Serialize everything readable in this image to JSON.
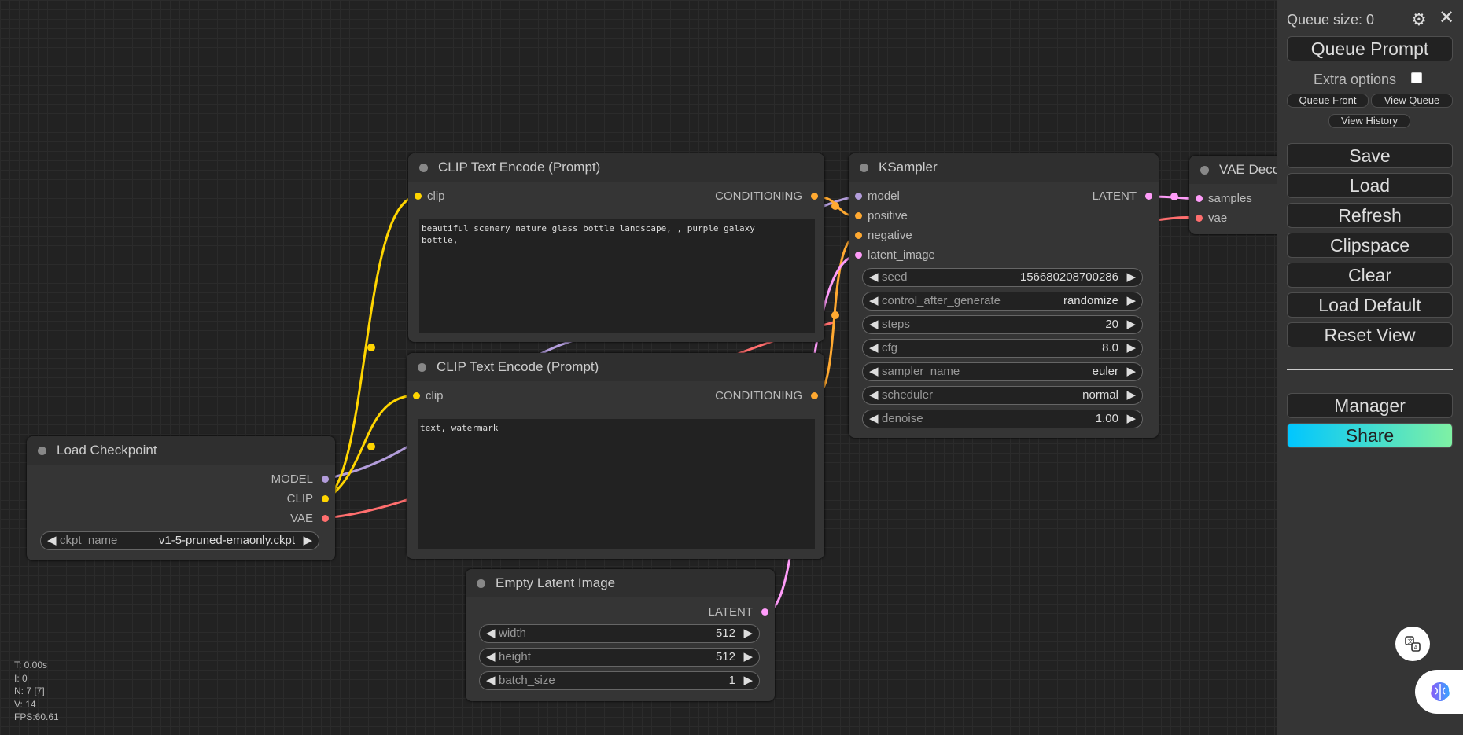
{
  "canvas": {
    "nodes": {
      "clip_pos": {
        "title": "CLIP Text Encode (Prompt)",
        "input": "clip",
        "output": "CONDITIONING",
        "text": "beautiful scenery nature glass bottle landscape, , purple galaxy\nbottle,"
      },
      "clip_neg": {
        "title": "CLIP Text Encode (Prompt)",
        "input": "clip",
        "output": "CONDITIONING",
        "text": "text, watermark"
      },
      "ksampler": {
        "title": "KSampler",
        "inputs": [
          "model",
          "positive",
          "negative",
          "latent_image"
        ],
        "output": "LATENT",
        "widgets": [
          {
            "name": "seed",
            "value": "156680208700286"
          },
          {
            "name": "control_after_generate",
            "value": "randomize"
          },
          {
            "name": "steps",
            "value": "20"
          },
          {
            "name": "cfg",
            "value": "8.0"
          },
          {
            "name": "sampler_name",
            "value": "euler"
          },
          {
            "name": "scheduler",
            "value": "normal"
          },
          {
            "name": "denoise",
            "value": "1.00"
          }
        ]
      },
      "vae_decode": {
        "title": "VAE Decode",
        "inputs": [
          "samples",
          "vae"
        ]
      },
      "load_checkpoint": {
        "title": "Load Checkpoint",
        "outputs": [
          "MODEL",
          "CLIP",
          "VAE"
        ],
        "widget": {
          "name": "ckpt_name",
          "value": "v1-5-pruned-emaonly.ckpt"
        }
      },
      "empty_latent": {
        "title": "Empty Latent Image",
        "output": "LATENT",
        "widgets": [
          {
            "name": "width",
            "value": "512"
          },
          {
            "name": "height",
            "value": "512"
          },
          {
            "name": "batch_size",
            "value": "1"
          }
        ]
      }
    },
    "stats": [
      "T: 0.00s",
      "I: 0",
      "N: 7 [7]",
      "V: 14",
      "FPS:60.61"
    ],
    "colors": {
      "clip": "#ffd500",
      "conditioning": "#ffa931",
      "model": "#b39ddb",
      "vae": "#ff6e6e",
      "latent": "#ff9cf9"
    }
  },
  "menu": {
    "queue_size": "Queue size: 0",
    "queue_prompt": "Queue Prompt",
    "extra_options": "Extra options",
    "queue_front": "Queue Front",
    "view_queue": "View Queue",
    "view_history": "View History",
    "buttons": [
      "Save",
      "Load",
      "Refresh",
      "Clipspace",
      "Clear",
      "Load Default",
      "Reset View"
    ],
    "manager": "Manager",
    "share": "Share",
    "icons": [
      "gear-icon",
      "close-icon",
      "translate-icon",
      "brain-icon"
    ]
  }
}
